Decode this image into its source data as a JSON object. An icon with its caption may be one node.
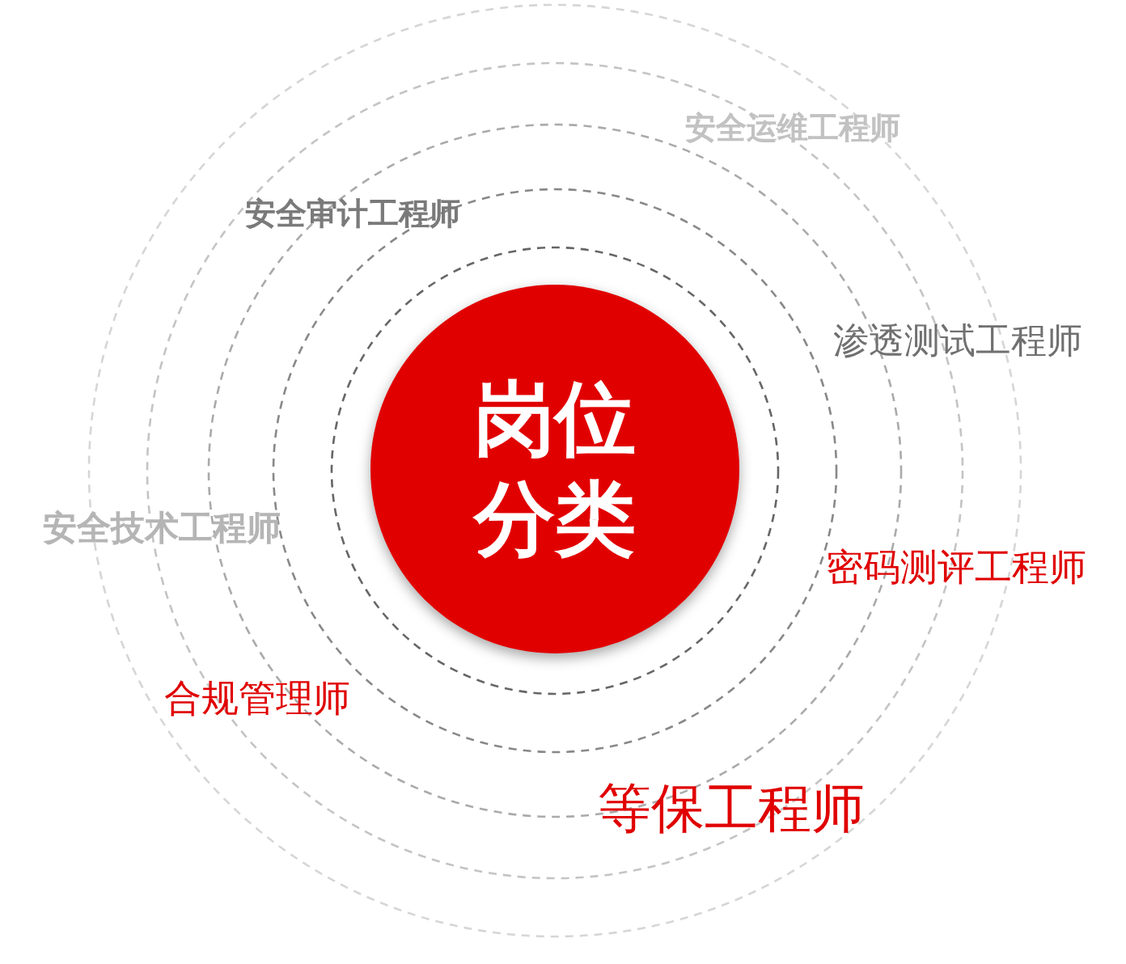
{
  "diagram": {
    "nodes": [
      {
        "text": [
          "岗位分类"
        ]
      }
    ],
    "labels": [
      "安全运维工程师",
      "安全审计工程师",
      "渗透测试工程师",
      "安全技术工程师",
      "密码测评工程师",
      "合规管理师",
      "等保工程师"
    ]
  }
}
